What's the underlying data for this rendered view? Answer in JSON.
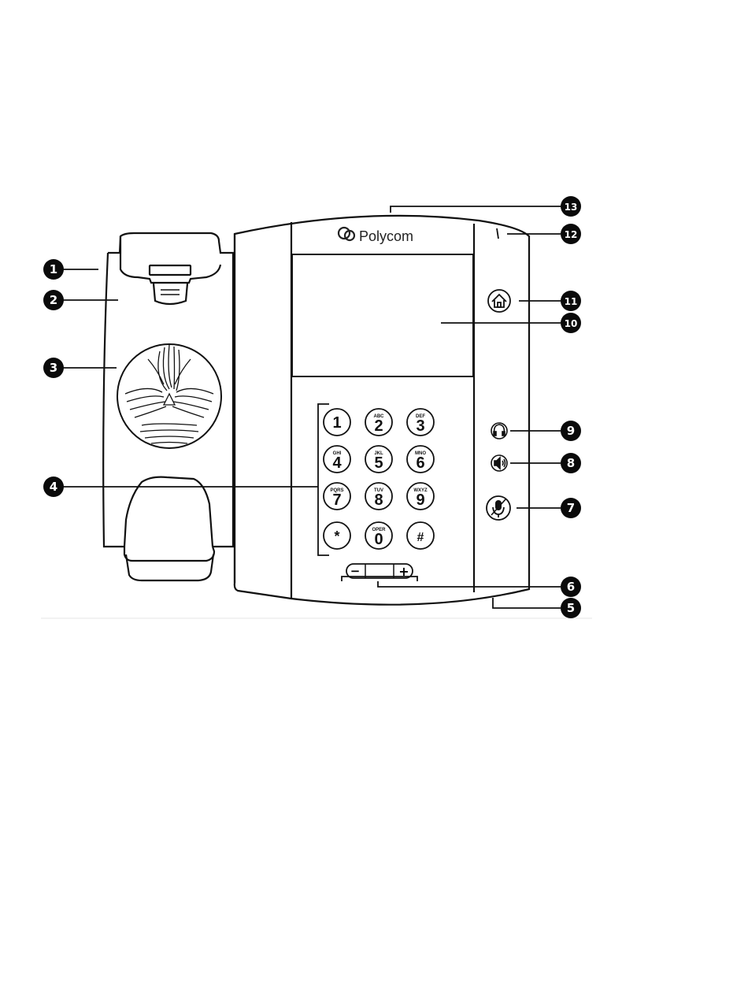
{
  "brand": {
    "name": "Polycom"
  },
  "keypad": [
    {
      "digit": "1",
      "letters": ""
    },
    {
      "digit": "2",
      "letters": "ABC"
    },
    {
      "digit": "3",
      "letters": "DEF"
    },
    {
      "digit": "4",
      "letters": "GHI"
    },
    {
      "digit": "5",
      "letters": "JKL"
    },
    {
      "digit": "6",
      "letters": "MNO"
    },
    {
      "digit": "7",
      "letters": "PQRS"
    },
    {
      "digit": "8",
      "letters": "TUV"
    },
    {
      "digit": "9",
      "letters": "WXYZ"
    },
    {
      "digit": "*",
      "letters": ""
    },
    {
      "digit": "0",
      "letters": "OPER"
    },
    {
      "digit": "#",
      "letters": ""
    }
  ],
  "volume": {
    "minus": "−",
    "plus": "+"
  },
  "callouts": [
    "1",
    "2",
    "3",
    "4",
    "5",
    "6",
    "7",
    "8",
    "9",
    "10",
    "11",
    "12",
    "13"
  ],
  "icons": {
    "home": "home-icon",
    "headset": "headset-icon",
    "speaker": "speakerphone-icon",
    "mute": "microphone-mute-icon",
    "logo": "polycom-logo-icon"
  },
  "colors": {
    "line": "#111111",
    "callout": "#0a0a0a",
    "background": "#ffffff"
  }
}
